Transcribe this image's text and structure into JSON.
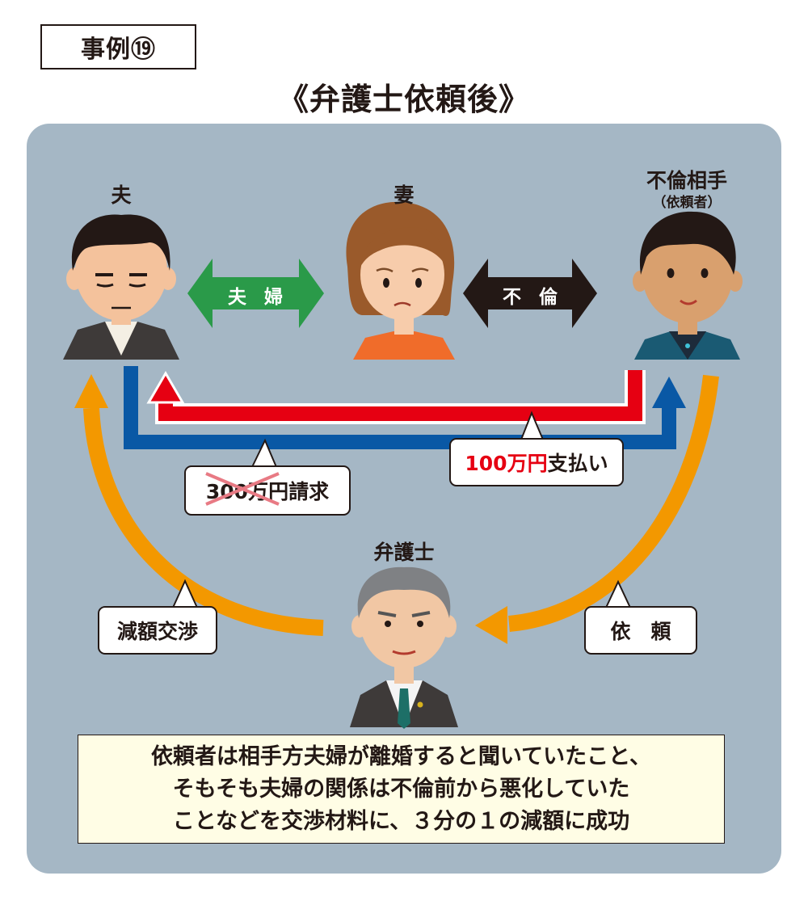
{
  "case_label": "事例⑲",
  "heading": "《弁護士依頼後》",
  "people": {
    "husband": "夫",
    "wife": "妻",
    "partner": "不倫相手",
    "partner_sub": "（依頼者）",
    "lawyer": "弁護士"
  },
  "relations": {
    "marriage": "夫婦",
    "affair": "不倫"
  },
  "callouts": {
    "paid_amount": "100万円",
    "paid_suffix": "支払い",
    "claim_amount": "300万円",
    "claim_suffix": "請求",
    "negotiation": "減額交渉",
    "request": "依　頼"
  },
  "summary": [
    "依頼者は相手方夫婦が離婚すると聞いていたこと、",
    "そもそも夫婦の関係は不倫前から悪化していた",
    "ことなどを交渉材料に、３分の１の減額に成功"
  ],
  "colors": {
    "panel": "#a5b7c5",
    "marriage_arrow": "#2a9a49",
    "affair_arrow": "#231815",
    "payment_arrow": "#e60012",
    "claim_arrow": "#0958a5",
    "lawyer_arrow": "#f39800",
    "summary_bg": "#fffde5"
  }
}
